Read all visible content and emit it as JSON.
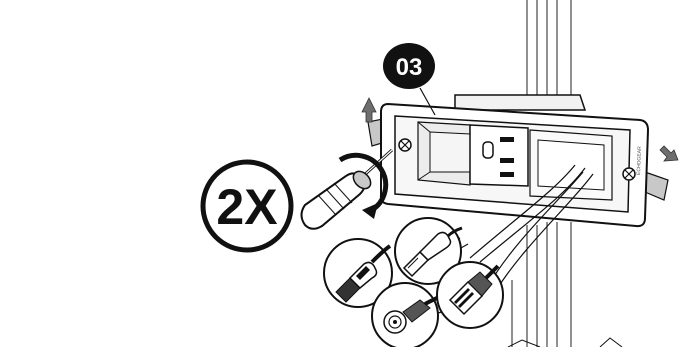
{
  "step": {
    "number": "03"
  },
  "repeat_badge": {
    "text": "2X"
  },
  "brand": {
    "text": "ECHOGEAR"
  },
  "icons": {
    "screwdriver": "screwdriver-icon",
    "rotate": "rotate-clockwise-icon",
    "arrow_up": "arrow-up-icon",
    "arrow_down_right": "arrow-down-right-icon",
    "hdmi": "hdmi-cable-icon",
    "usb": "usb-cable-icon",
    "coax": "coax-cable-icon",
    "ethernet": "ethernet-cable-icon"
  },
  "colors": {
    "ink": "#111111",
    "grey_fill": "#c8c8c8",
    "arrow_fill": "#6e6e6e",
    "paper": "#ffffff"
  }
}
